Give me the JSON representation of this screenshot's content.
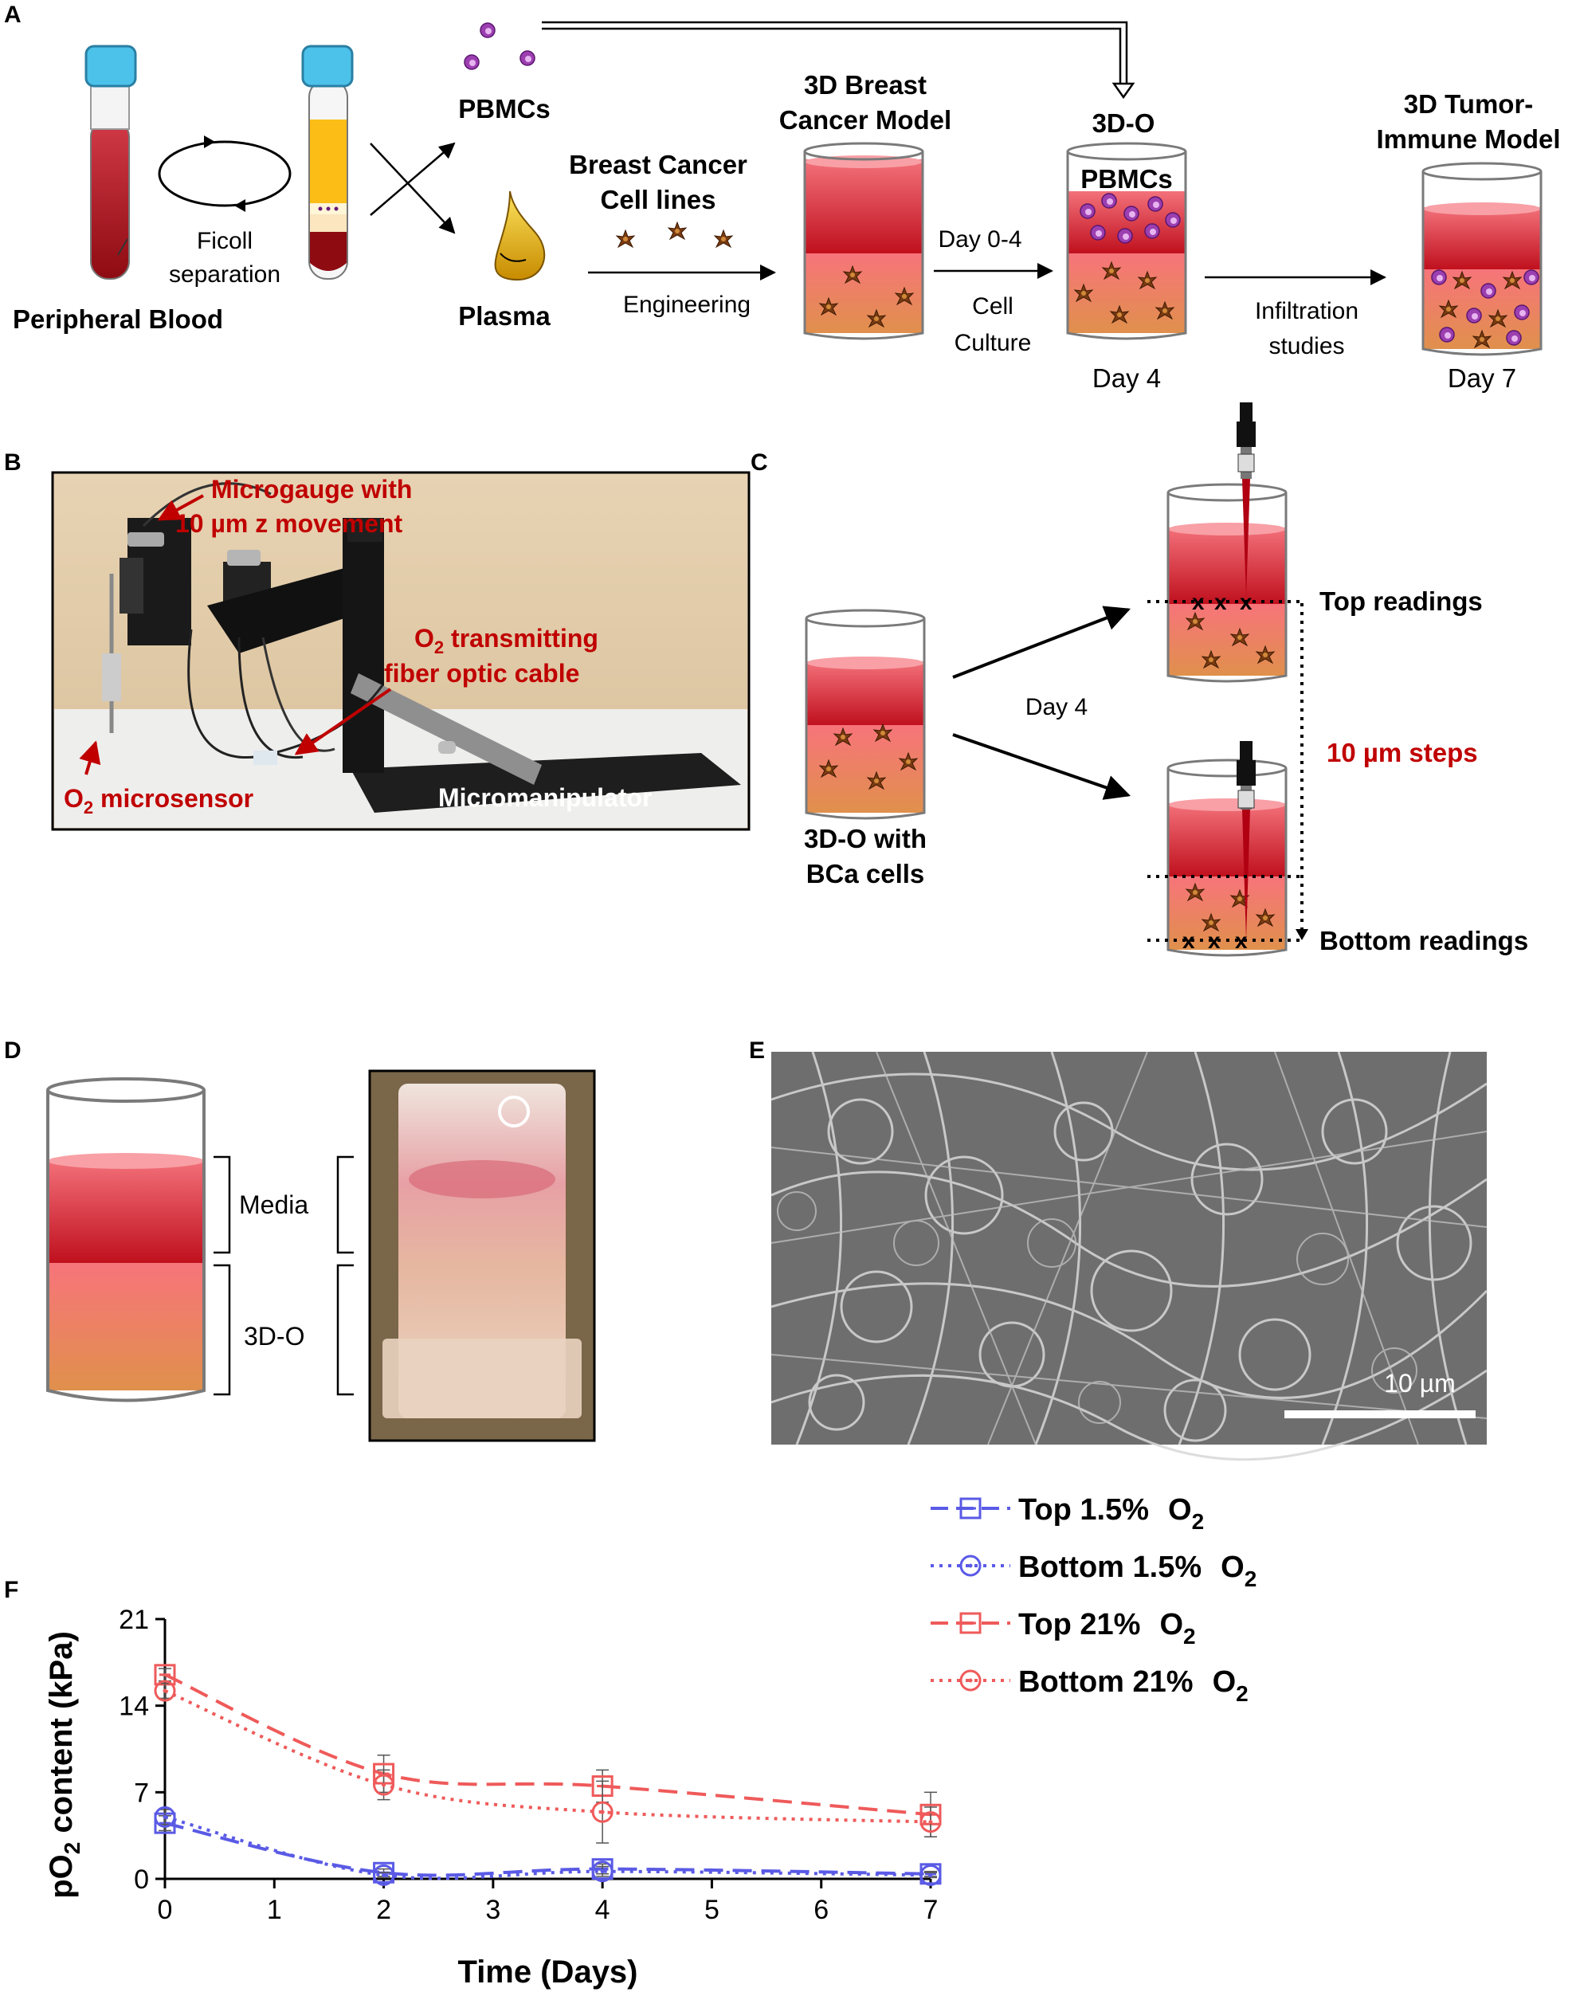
{
  "panels": {
    "A": {
      "letter": "A",
      "peripheral_blood": "Peripheral Blood",
      "ficoll_1": "Ficoll",
      "ficoll_2": "separation",
      "pbmcs": "PBMCs",
      "plasma": "Plasma",
      "cell_lines_1": "Breast Cancer",
      "cell_lines_2": "Cell lines",
      "engineering": "Engineering",
      "model_1": "3D Breast",
      "model_2": "Cancer Model",
      "day04": "Day 0-4",
      "cell_1": "Cell",
      "cell_2": "Culture",
      "o3d": "3D-O",
      "pbmcs_inner": "PBMCs",
      "day4": "Day 4",
      "infil_1": "Infiltration",
      "infil_2": "studies",
      "tumor_1": "3D Tumor-",
      "tumor_2": "Immune Model",
      "day7": "Day 7"
    },
    "B": {
      "letter": "B",
      "microgauge_1": "Microgauge with",
      "microgauge_2": "10 µm z movement",
      "o2_trans_1": "O",
      "o2_trans_sub": "2",
      "o2_trans_2": " transmitting",
      "fiber": "fiber optic cable",
      "microsensor_1": "O",
      "microsensor_sub": "2",
      "microsensor_2": " microsensor",
      "micromanipulator": "Micromanipulator"
    },
    "C": {
      "letter": "C",
      "day4": "Day 4",
      "label_1": "3D-O with",
      "label_2": "BCa cells",
      "top_readings": "Top readings",
      "steps": "10 µm steps",
      "bottom_readings": "Bottom readings"
    },
    "D": {
      "letter": "D",
      "media": "Media",
      "o3d": "3D-O"
    },
    "E": {
      "letter": "E",
      "scale_bar": "10 µm"
    },
    "F": {
      "letter": "F"
    }
  },
  "colors": {
    "blue_series": "#5a5ae6",
    "red_series": "#ef5a5a",
    "dark_red": "#c0101e",
    "label_red": "#c00000"
  },
  "chart_data": {
    "type": "line",
    "xlabel": "Time (Days)",
    "ylabel_parts": [
      "pO",
      "2",
      " content (kPa)"
    ],
    "x_ticks": [
      0,
      1,
      2,
      3,
      4,
      5,
      6,
      7
    ],
    "y_ticks": [
      0,
      7,
      14,
      21
    ],
    "xlim": [
      0,
      7
    ],
    "ylim": [
      0,
      21
    ],
    "legend_position": "top-right",
    "series": [
      {
        "name": "Top 1.5%",
        "name_o": "O",
        "name_sub": "2",
        "color": "#5a5ae6",
        "dash": "dashed",
        "marker": "square",
        "x": [
          0,
          2,
          4,
          7
        ],
        "y": [
          4.5,
          0.5,
          0.8,
          0.4
        ],
        "err": [
          0.6,
          0.3,
          0.4,
          0.2
        ]
      },
      {
        "name": "Bottom 1.5%",
        "name_o": "O",
        "name_sub": "2",
        "color": "#5a5ae6",
        "dash": "dotted",
        "marker": "circle",
        "x": [
          0,
          2,
          4,
          7
        ],
        "y": [
          5.0,
          0.3,
          0.6,
          0.3
        ],
        "err": [
          0.6,
          0.2,
          0.4,
          0.2
        ]
      },
      {
        "name": "Top 21%",
        "name_o": "O",
        "name_sub": "2",
        "color": "#ef5a5a",
        "dash": "dashed",
        "marker": "square",
        "x": [
          0,
          2,
          4,
          7
        ],
        "y": [
          16.5,
          8.5,
          7.5,
          5.2
        ],
        "err": [
          0.5,
          1.5,
          1.3,
          1.8
        ]
      },
      {
        "name": "Bottom 21%",
        "name_o": "O",
        "name_sub": "2",
        "color": "#ef5a5a",
        "dash": "dotted",
        "marker": "circle",
        "x": [
          0,
          2,
          4,
          7
        ],
        "y": [
          15.2,
          7.6,
          5.4,
          4.6
        ],
        "err": [
          0.6,
          1.2,
          2.5,
          1.2
        ]
      }
    ]
  }
}
